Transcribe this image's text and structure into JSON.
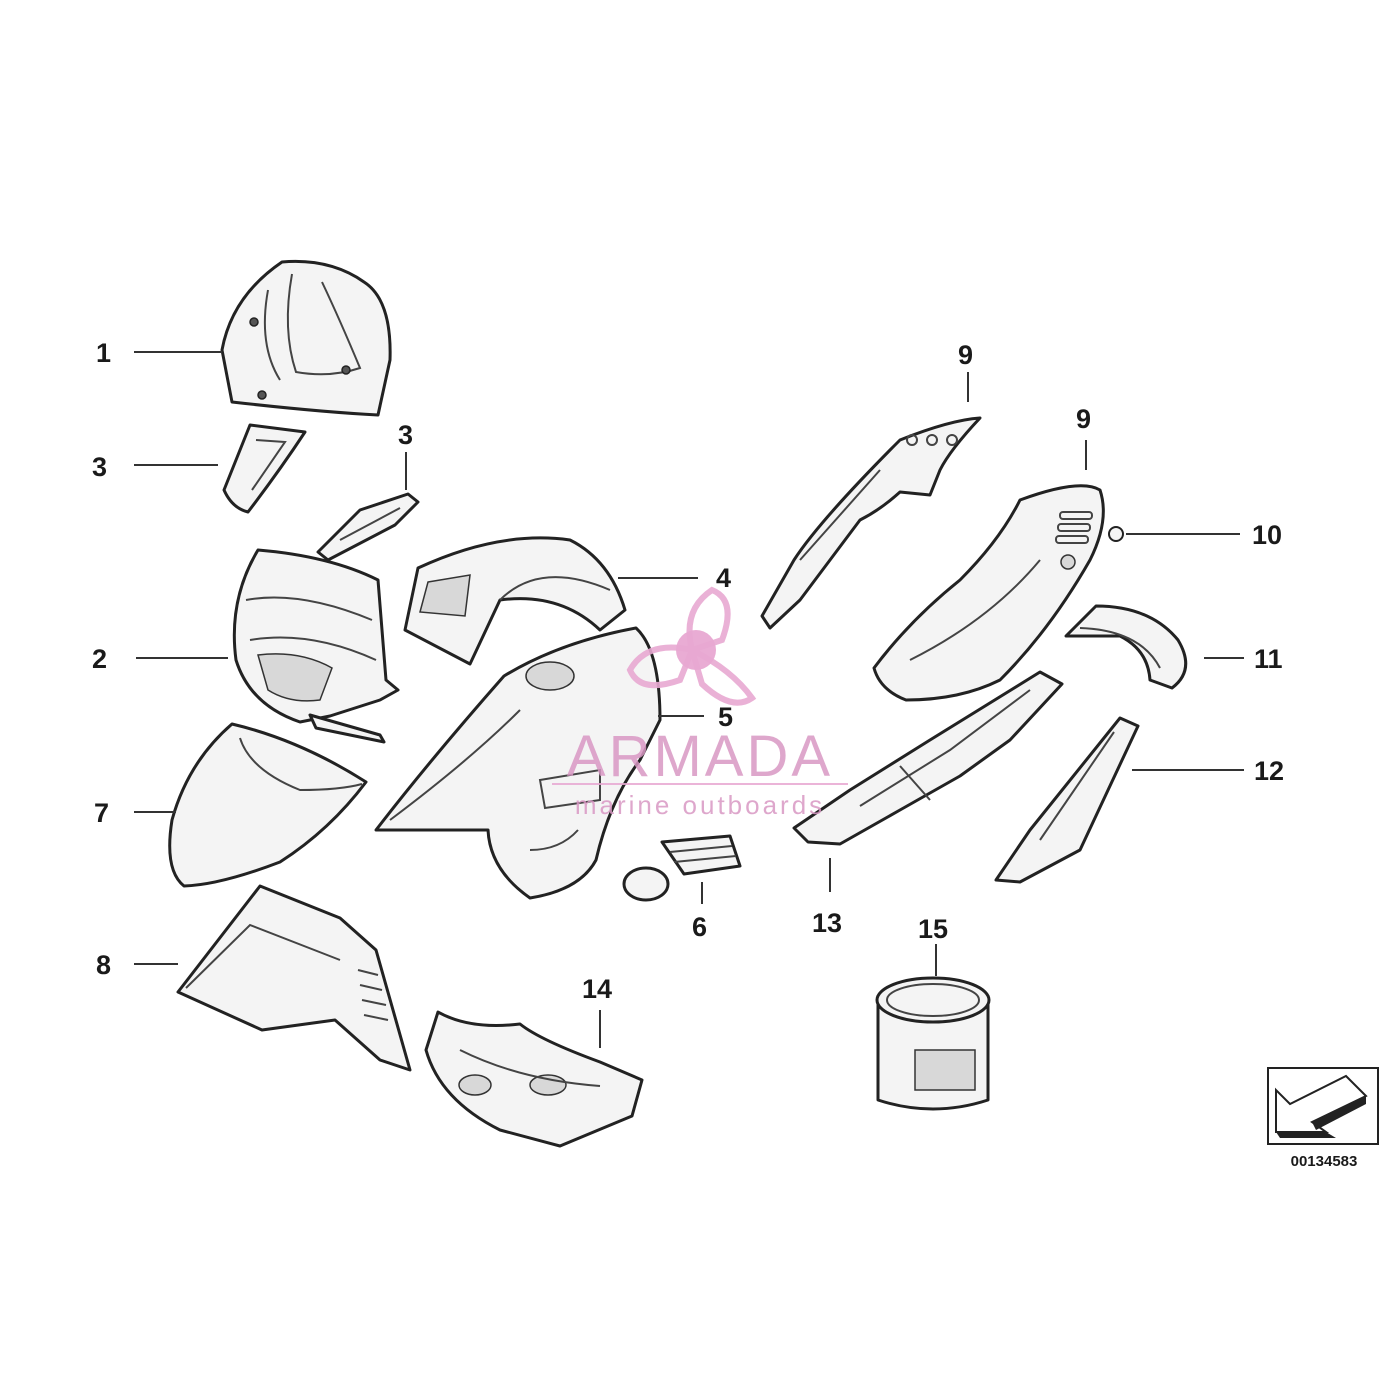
{
  "callouts": [
    "1",
    "3",
    "3",
    "2",
    "7",
    "8",
    "4",
    "5",
    "6",
    "14",
    "9",
    "9",
    "10",
    "11",
    "12",
    "13",
    "15"
  ],
  "watermark": {
    "brand": "ARMADA",
    "tagline": "marine outboards",
    "color": "#e8a8d2"
  },
  "doc_number": "00134583",
  "icons": [
    "propeller-logo-icon",
    "orientation-arrow-icon"
  ]
}
